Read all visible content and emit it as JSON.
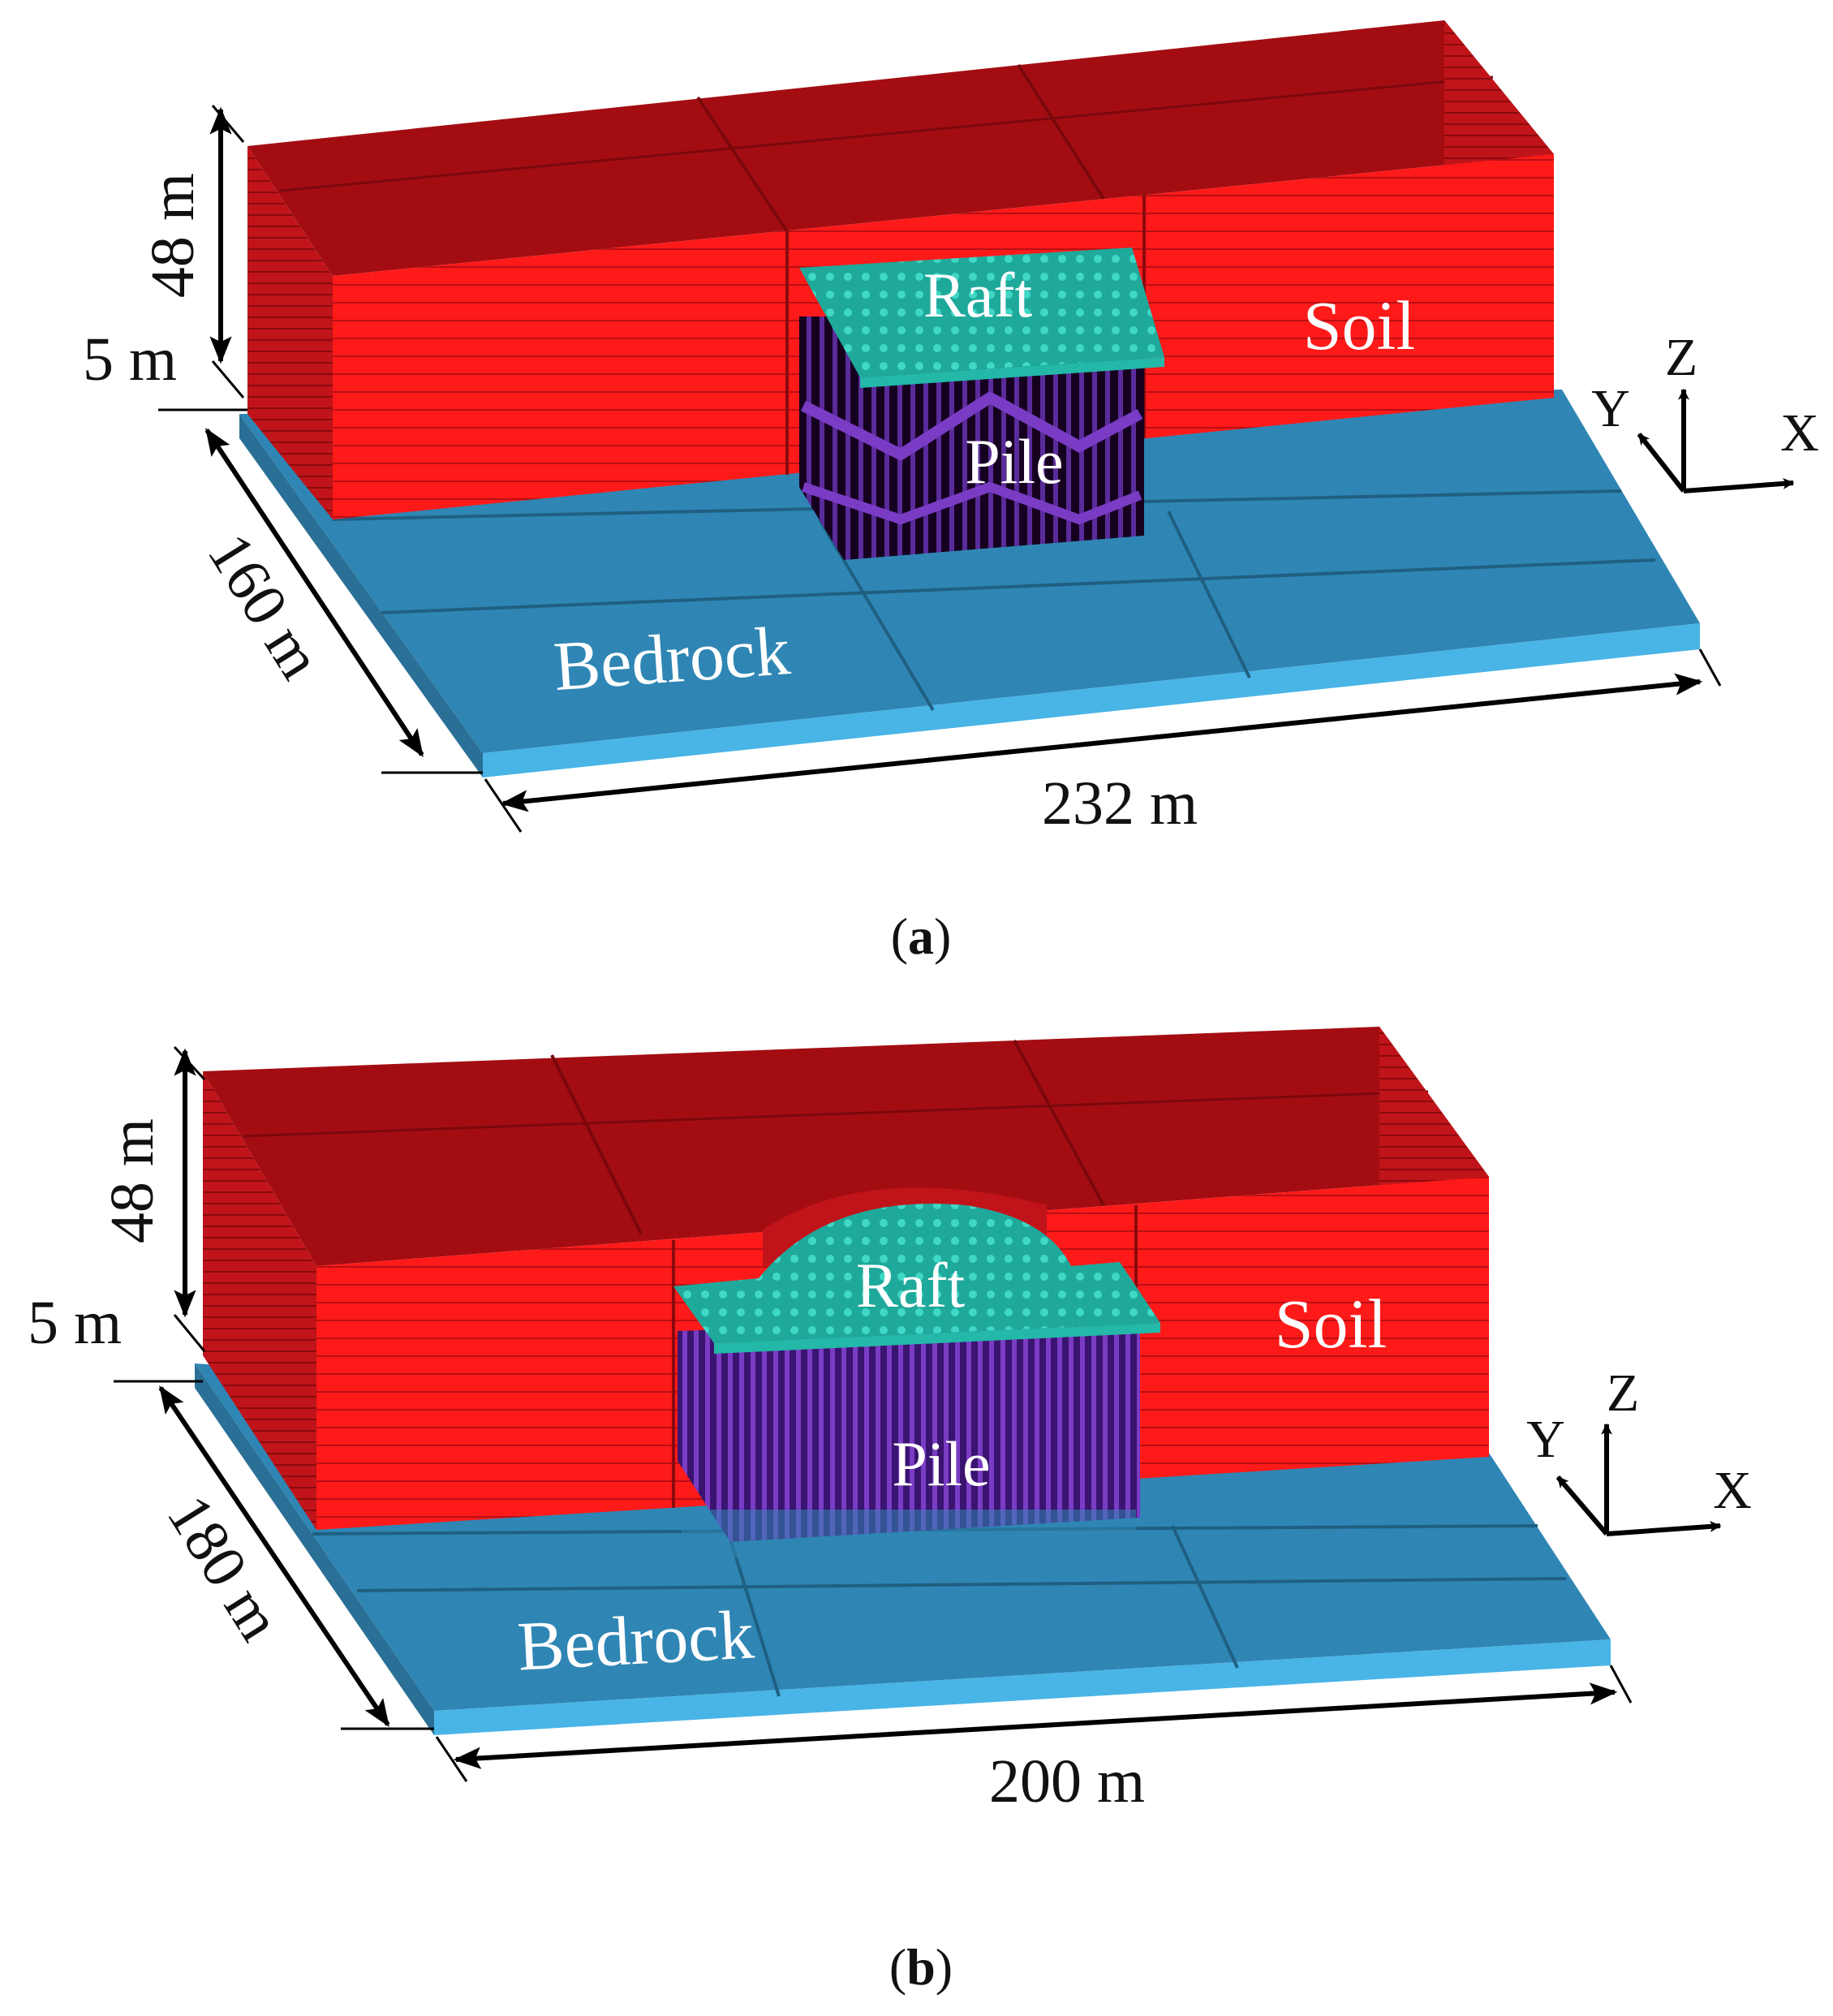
{
  "colors": {
    "soil_top": "#a30d12",
    "soil_side_dark": "#c0141a",
    "soil_front": "#ff1a1a",
    "bedrock_top": "#2f86b4",
    "bedrock_edge": "#49b4e6",
    "raft": "#23b8a8",
    "pile_dark": "#120018",
    "pile_purple": "#5a2b9a"
  },
  "panels": [
    {
      "caption_letter": "a",
      "labels": {
        "raft": "Raft",
        "pile": "Pile",
        "soil": "Soil",
        "bedrock": "Bedrock"
      },
      "dimensions": {
        "height": "48 m",
        "thickness": "5 m",
        "depth": "160 m",
        "width": "232 m"
      },
      "axes": {
        "x": "X",
        "y": "Y",
        "z": "Z"
      }
    },
    {
      "caption_letter": "b",
      "labels": {
        "raft": "Raft",
        "pile": "Pile",
        "soil": "Soil",
        "bedrock": "Bedrock"
      },
      "dimensions": {
        "height": "48 m",
        "thickness": "5 m",
        "depth": "180 m",
        "width": "200 m"
      },
      "axes": {
        "x": "X",
        "y": "Y",
        "z": "Z"
      }
    }
  ]
}
